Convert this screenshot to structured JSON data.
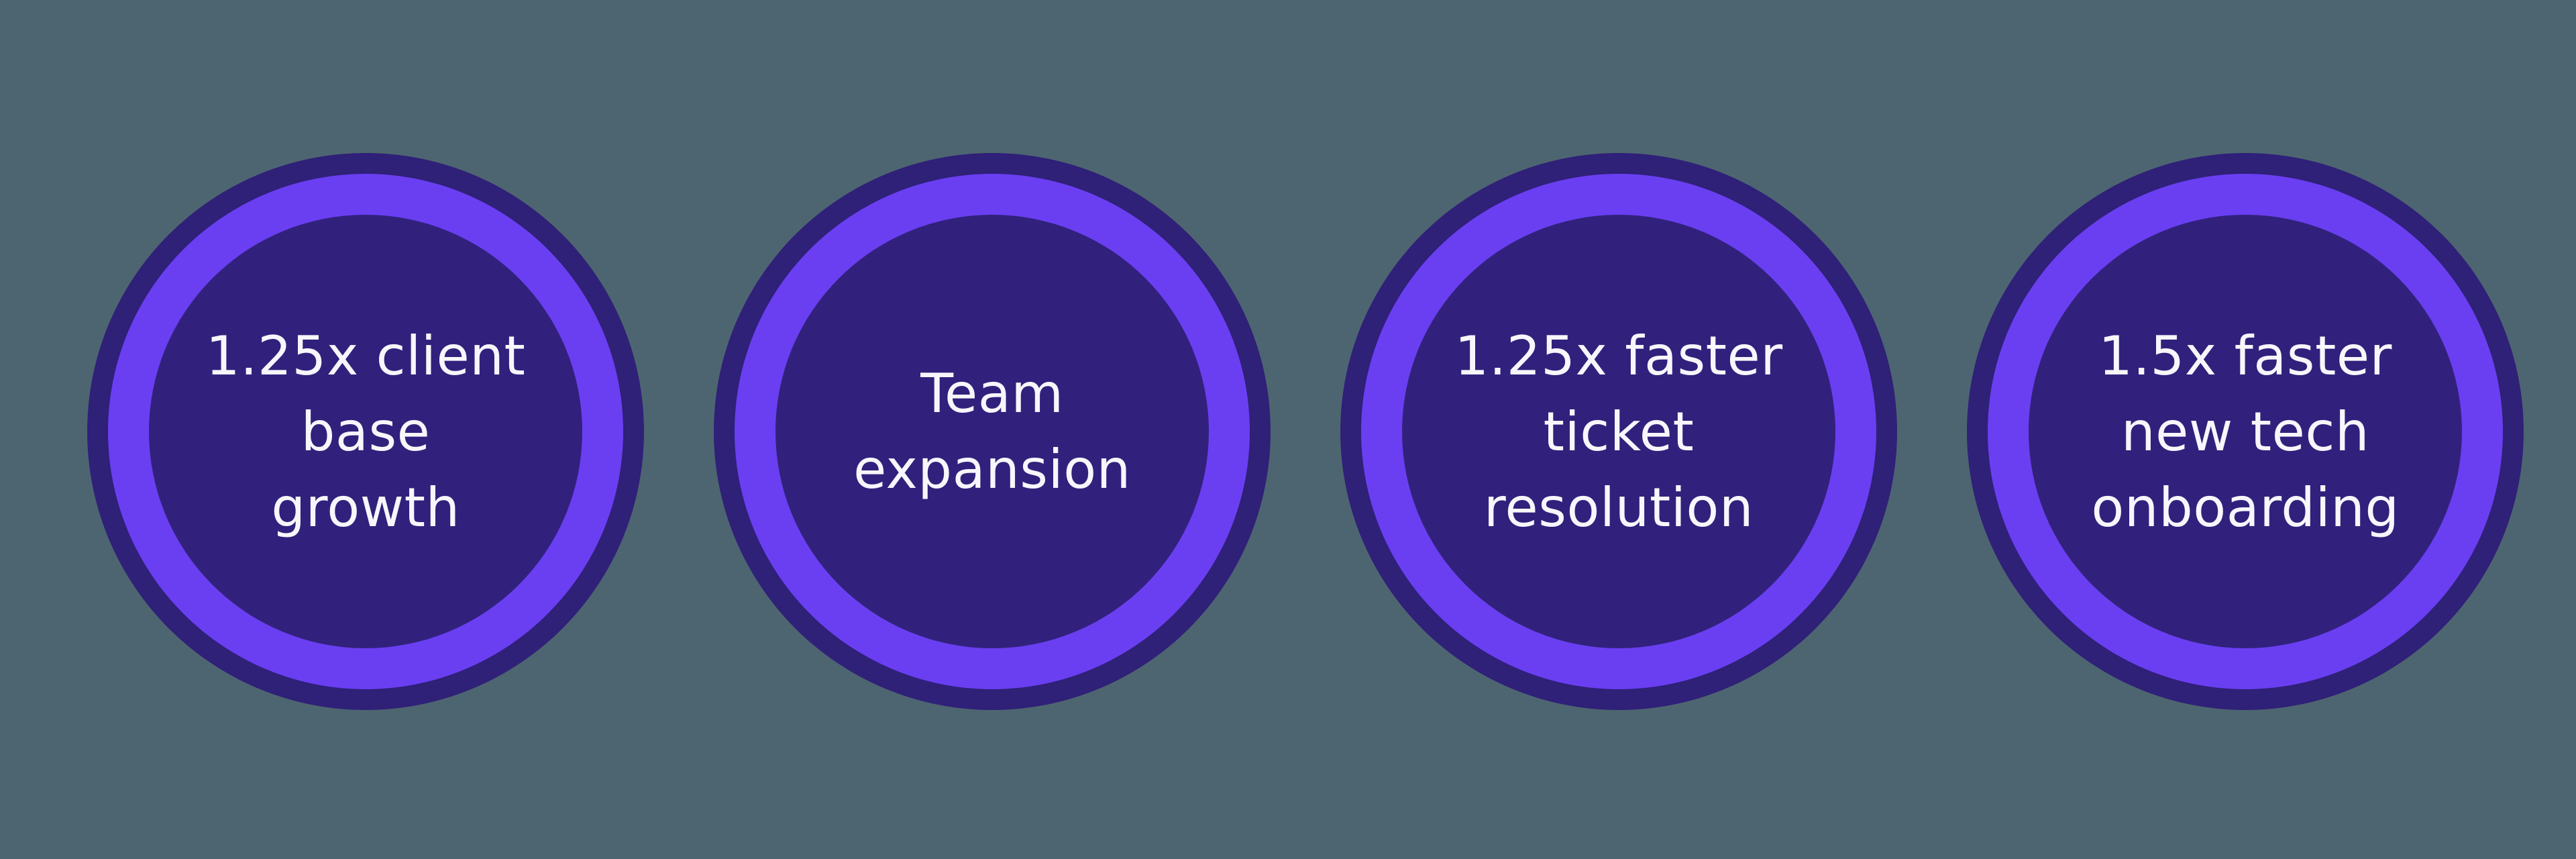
{
  "palette": {
    "background": "#4d6570",
    "circle_fill": "#31217c",
    "outer_ring": "#2f2078",
    "accent_ring": "#6a3ff2",
    "text": "#f7f6fb"
  },
  "circles": [
    {
      "id": "client-base-growth",
      "multiplier": "1.25x",
      "text": "1.25x client\nbase\ngrowth"
    },
    {
      "id": "team-expansion",
      "multiplier": "",
      "text": "Team\nexpansion"
    },
    {
      "id": "faster-ticket-resolution",
      "multiplier": "1.25x",
      "text": "1.25x faster\nticket\nresolution"
    },
    {
      "id": "faster-new-tech-onboarding",
      "multiplier": "1.5x",
      "text": "1.5x faster\nnew tech\nonboarding"
    }
  ]
}
